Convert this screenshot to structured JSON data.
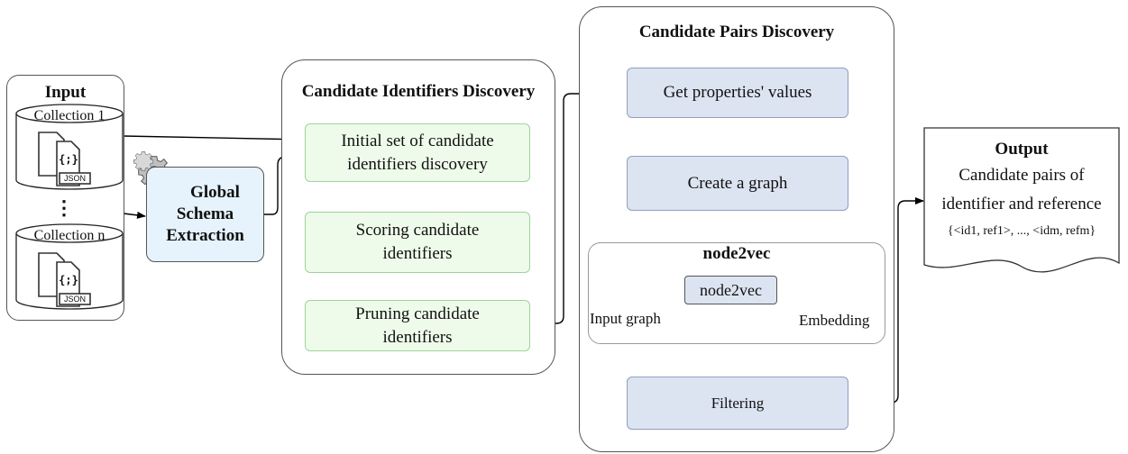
{
  "input": {
    "title": "Input",
    "collection_1": "Collection 1",
    "collection_n": "Collection n",
    "ellipsis": "⋮",
    "json_tag": "JSON",
    "brace_glyph": "{;}"
  },
  "schema": {
    "label_lines": [
      "Global",
      "Schema",
      "Extraction"
    ]
  },
  "identifiers": {
    "title": "Candidate Identifiers Discovery",
    "steps": [
      "Initial set of candidate identifiers discovery",
      "Scoring candidate identifiers",
      "Pruning candidate identifiers"
    ]
  },
  "pairs": {
    "title": "Candidate Pairs Discovery",
    "steps": [
      "Get properties' values",
      "Create a graph",
      "Filtering"
    ],
    "node2vec": {
      "title": "node2vec",
      "box_label": "node2vec",
      "input_label": "Input graph",
      "output_label": "Embedding"
    }
  },
  "output": {
    "title": "Output",
    "line1": "Candidate pairs of",
    "line2": "identifier and reference",
    "formula": "{<id1, ref1>, ..., <idm, refm}"
  },
  "colors": {
    "green_fill": "#eefbea",
    "green_border": "#9fd39a",
    "blue_fill": "#dde4f1",
    "blue_border": "#8e9fc2",
    "schema_fill": "#e6f3fc"
  }
}
